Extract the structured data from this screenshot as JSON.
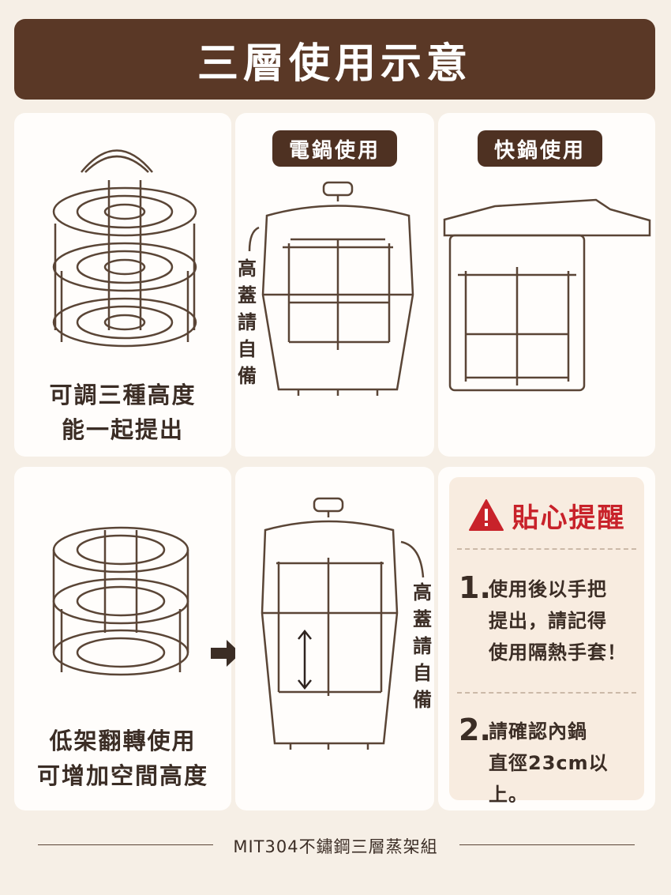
{
  "header": {
    "title": "三層使用示意"
  },
  "cards": {
    "adjust": {
      "line1": "可調三種高度",
      "line2": "能一起提出"
    },
    "electric": {
      "pill": "電鍋使用",
      "note": [
        "高",
        "蓋",
        "請",
        "自",
        "備"
      ]
    },
    "pressure": {
      "pill": "快鍋使用"
    },
    "flip": {
      "line1": "低架翻轉使用",
      "line2": "可增加空間高度"
    },
    "flip_pot": {
      "note": [
        "高",
        "蓋",
        "請",
        "自",
        "備"
      ]
    }
  },
  "tips": {
    "title": "貼心提醒",
    "items": [
      {
        "num": "1.",
        "lines": [
          "使用後以手把",
          "提出，請記得",
          "使用隔熱手套！"
        ]
      },
      {
        "num": "2.",
        "lines": [
          "請確認內鍋",
          "直徑23cm以上。"
        ]
      }
    ]
  },
  "footer": {
    "text": "MIT304不鏽鋼三層蒸架組"
  },
  "icons": {
    "warning": "warning-triangle-icon",
    "arrow": "arrow-right-icon",
    "updown": "up-down-arrow-icon"
  },
  "colors": {
    "header_bg": "#5a3826",
    "accent_red": "#c8222a",
    "page_bg": "#f6efe6"
  }
}
